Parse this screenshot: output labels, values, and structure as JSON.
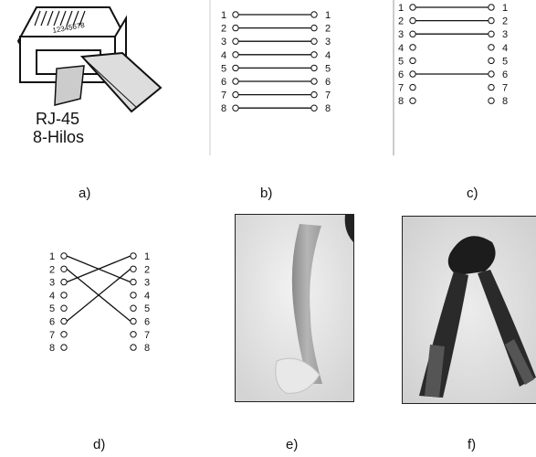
{
  "panels": {
    "a": {
      "caption": "a)",
      "connector_name": "RJ-45",
      "wires_label": "8-Hilos",
      "pin_print": "12345678"
    },
    "b": {
      "caption": "b)",
      "pins": [
        "1",
        "2",
        "3",
        "4",
        "5",
        "6",
        "7",
        "8"
      ]
    },
    "c": {
      "caption": "c)",
      "pins": [
        "1",
        "2",
        "3",
        "4",
        "5",
        "6",
        "7",
        "8"
      ]
    },
    "d": {
      "caption": "d)",
      "pins": [
        "1",
        "2",
        "3",
        "4",
        "5",
        "6",
        "7",
        "8"
      ]
    },
    "e": {
      "caption": "e)"
    },
    "f": {
      "caption": "f)"
    }
  },
  "wiring": {
    "b": [
      [
        1,
        1
      ],
      [
        2,
        2
      ],
      [
        3,
        3
      ],
      [
        4,
        4
      ],
      [
        5,
        5
      ],
      [
        6,
        6
      ],
      [
        7,
        7
      ],
      [
        8,
        8
      ]
    ],
    "c": [
      [
        1,
        1
      ],
      [
        2,
        2
      ],
      [
        3,
        3
      ],
      [
        6,
        6
      ]
    ],
    "d": [
      [
        1,
        3
      ],
      [
        2,
        6
      ],
      [
        3,
        1
      ],
      [
        6,
        2
      ]
    ]
  }
}
